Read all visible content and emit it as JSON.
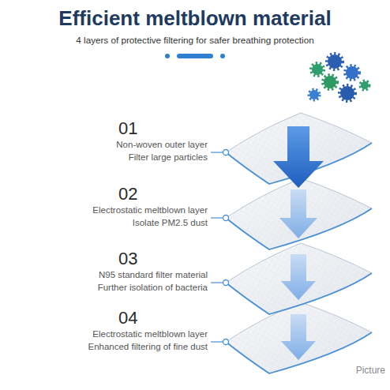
{
  "diagram": {
    "title": "Efficient meltblown material",
    "labels": [
      "4 layers of protective filtering for safer breathing protection",
      "01",
      "Non-woven outer layer",
      "Filter large particles",
      "02",
      "Electrostatic meltblown layer",
      "Isolate PM2.5 dust",
      "03",
      "N95 standard filter material",
      "Further isolation of bacteria",
      "04",
      "Electrostatic meltblown layer",
      "Enhanced filtering of fine dust",
      "Picture"
    ]
  }
}
